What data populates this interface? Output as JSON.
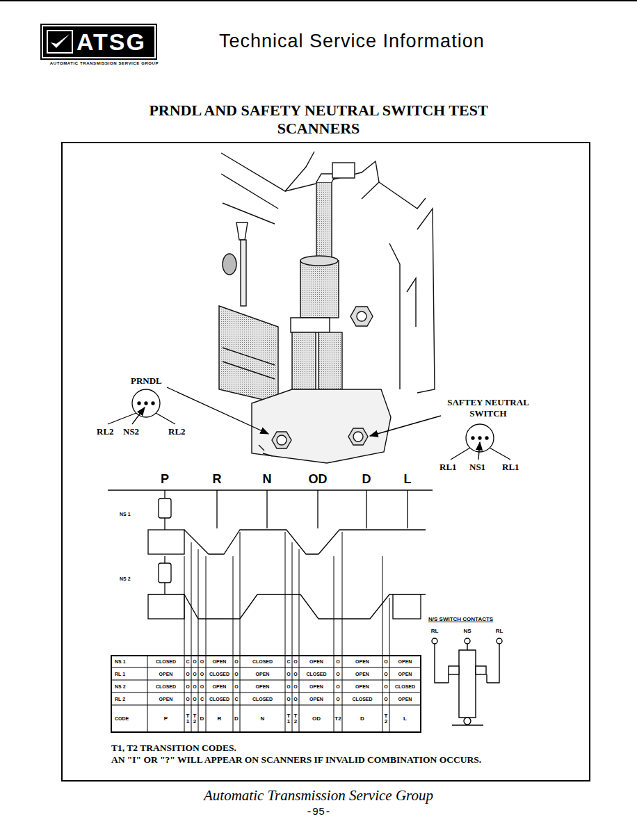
{
  "diagram": {
    "title": "PRNDL AND SAFETY NEUTRAL SWITCH TEST SCANNERS",
    "nodes": [
      {
        "text": [
          "ATSG"
        ]
      }
    ],
    "labels": [
      "AUTOMATIC TRANSMISSION SERVICE GROUP",
      "Technical Service Information",
      "PRNDL",
      "RL2",
      "NS2",
      "RL2",
      "SAFTEY NEUTRAL SWITCH",
      "RL1",
      "NS1",
      "RL1",
      "P",
      "R",
      "N",
      "OD",
      "D",
      "L",
      "NS 1",
      "NS 2",
      "N/S SWITCH CONTACTS",
      "RL",
      "NS",
      "RL",
      "NS 1",
      "CLOSED",
      "C",
      "O",
      "O",
      "OPEN",
      "O",
      "CLOSED",
      "C",
      "O",
      "OPEN",
      "O",
      "OPEN",
      "O",
      "OPEN",
      "RL 1",
      "OPEN",
      "O",
      "O",
      "O",
      "CLOSED",
      "O",
      "OPEN",
      "O",
      "O",
      "CLOSED",
      "O",
      "OPEN",
      "O",
      "OPEN",
      "NS 2",
      "CLOSED",
      "O",
      "O",
      "O",
      "OPEN",
      "O",
      "OPEN",
      "O",
      "O",
      "OPEN",
      "O",
      "OPEN",
      "O",
      "CLOSED",
      "RL 2",
      "OPEN",
      "O",
      "O",
      "C",
      "CLOSED",
      "C",
      "CLOSED",
      "O",
      "O",
      "OPEN",
      "O",
      "CLOSED",
      "O",
      "OPEN",
      "CODE",
      "P",
      "T1",
      "T2",
      "D",
      "R",
      "D",
      "N",
      "T1",
      "T2",
      "OD",
      "T2",
      "D",
      "T2",
      "L",
      "T1, T2 TRANSITION CODES.",
      "AN \"I\" OR \"?\" WILL APPEAR ON SCANNERS IF INVALID COMBINATION OCCURS.",
      "Automatic Transmission Service Group",
      "-95-"
    ]
  }
}
